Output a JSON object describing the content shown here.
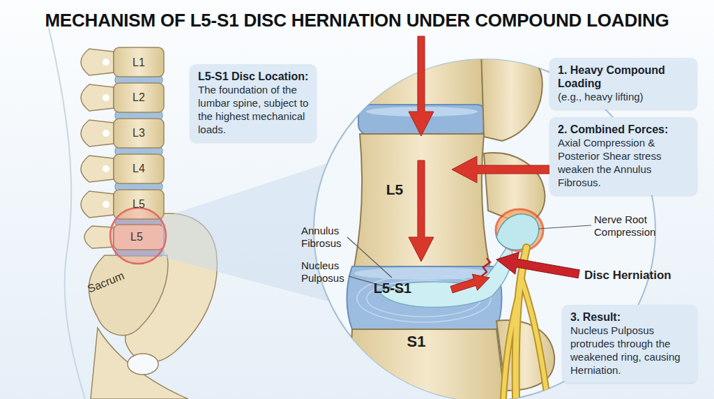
{
  "diagram": {
    "title": "MECHANISM OF L5-S1 DISC HERNIATION UNDER COMPOUND LOADING",
    "nodes": [
      {
        "text": [
          "L5-S1 Disc Location:",
          "The foundation of the lumbar spine, subject to the highest mechanical loads."
        ]
      },
      {
        "text": [
          "1. Heavy Compound Loading",
          "(e.g., heavy lifting)"
        ]
      },
      {
        "text": [
          "2. Combined Forces:",
          "Axial Compression & Posterior Shear stress weaken the Annulus Fibrosus."
        ]
      },
      {
        "text": [
          "3. Result:",
          "Nucleus Pulposus protrudes through the weakened ring, causing Herniation."
        ]
      }
    ],
    "labels": [
      "L1",
      "L2",
      "L3",
      "L4",
      "L5",
      "L5",
      "Sacrum",
      "L5",
      "Annulus Fibrosus",
      "Nucleus Pulposus",
      "L5-S1",
      "S1",
      "Nerve Root Compression",
      "Disc Herniation"
    ]
  }
}
